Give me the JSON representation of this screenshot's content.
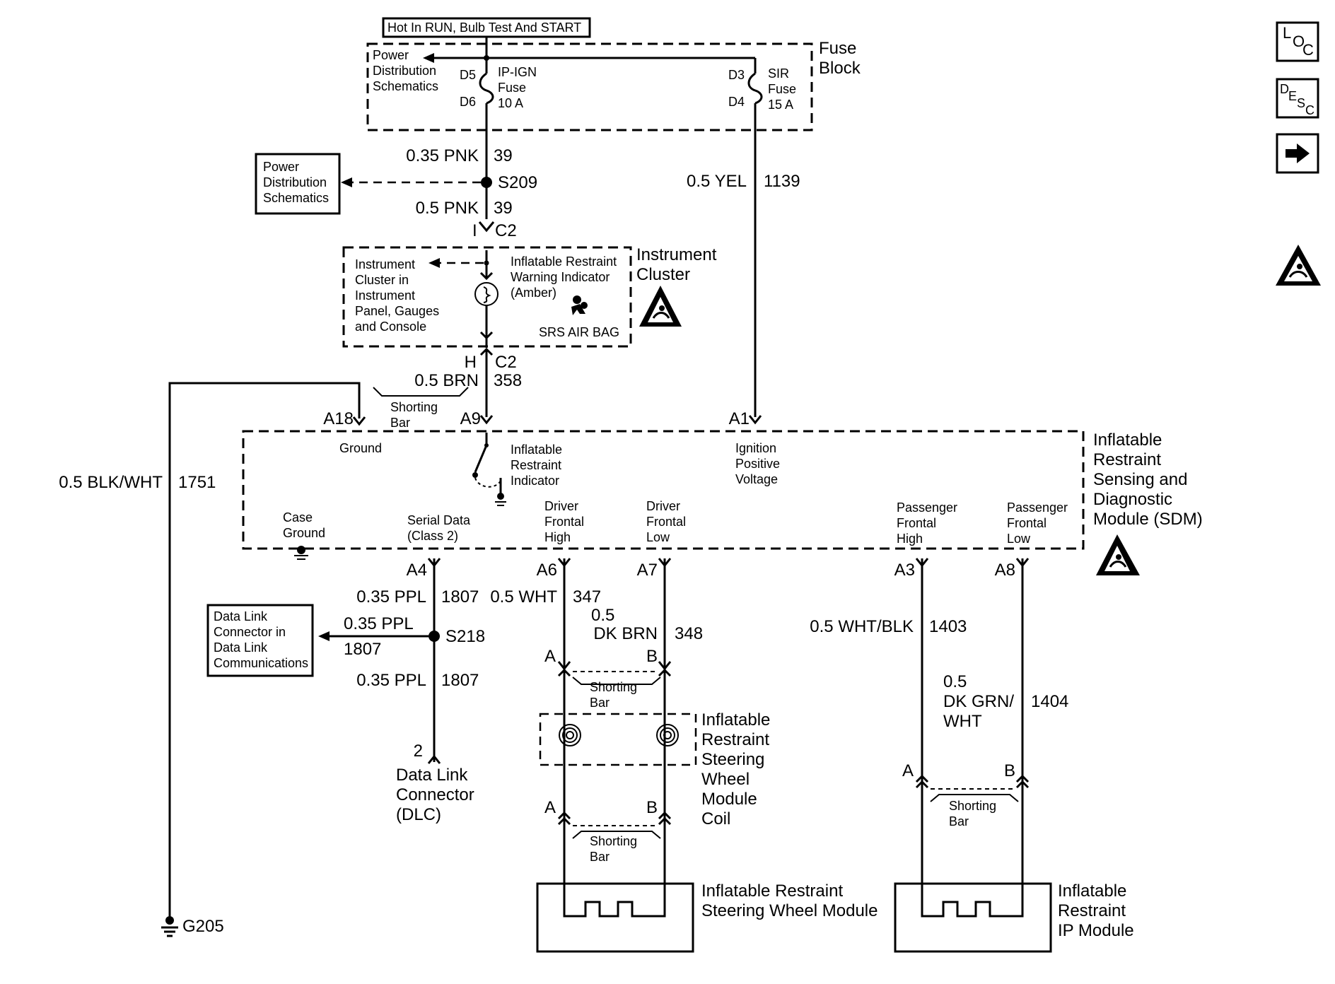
{
  "header": {
    "hot_in_run": "Hot In RUN, Bulb Test And START"
  },
  "fuse_block": {
    "title_line1": "Fuse",
    "title_line2": "Block",
    "power_dist_line1": "Power",
    "power_dist_line2": "Distribution",
    "power_dist_line3": "Schematics",
    "ipign": {
      "top_pin": "D5",
      "bottom_pin": "D6",
      "name": "IP-IGN",
      "type": "Fuse",
      "rating": "10 A"
    },
    "sir": {
      "top_pin": "D3",
      "bottom_pin": "D4",
      "name": "SIR",
      "type": "Fuse",
      "rating": "15 A"
    }
  },
  "wires": {
    "pnk_upper": {
      "gauge_color": "0.35 PNK",
      "circuit": "39"
    },
    "pnk_lower": {
      "gauge_color": "0.5 PNK",
      "circuit": "39"
    },
    "yel": {
      "gauge_color": "0.5 YEL",
      "circuit": "1139"
    },
    "brn": {
      "gauge_color": "0.5 BRN",
      "circuit": "358"
    },
    "blkwht": {
      "gauge_color": "0.5 BLK/WHT",
      "circuit": "1751"
    },
    "ppl_upper": {
      "gauge_color": "0.35 PPL",
      "circuit": "1807"
    },
    "ppl_branch_gauge": "0.35 PPL",
    "ppl_branch_circuit": "1807",
    "ppl_lower": {
      "gauge_color": "0.35 PPL",
      "circuit": "1807"
    },
    "wht": {
      "gauge_color": "0.5 WHT",
      "circuit": "347"
    },
    "dkbrn_line1": "0.5",
    "dkbrn_line2": "DK BRN",
    "dkbrn_circuit": "348",
    "whtblk": {
      "gauge_color": "0.5 WHT/BLK",
      "circuit": "1403"
    },
    "dkgrn_line1": "0.5",
    "dkgrn_line2": "DK GRN/",
    "dkgrn_line3": "WHT",
    "dkgrn_circuit": "1404"
  },
  "splices": {
    "s209": "S209",
    "s218": "S218"
  },
  "power_dist_box": {
    "line1": "Power",
    "line2": "Distribution",
    "line3": "Schematics"
  },
  "instrument_cluster": {
    "connector_top_pin": "I",
    "connector_top": "C2",
    "connector_bottom_pin": "H",
    "connector_bottom": "C2",
    "left_line1": "Instrument",
    "left_line2": "Cluster in",
    "left_line3": "Instrument",
    "left_line4": "Panel, Gauges",
    "left_line5": "and Console",
    "ind_line1": "Inflatable Restraint",
    "ind_line2": "Warning Indicator",
    "ind_line3": "(Amber)",
    "srs_label": "SRS AIR BAG",
    "title_line1": "Instrument",
    "title_line2": "Cluster"
  },
  "sdm": {
    "title_line1": "Inflatable",
    "title_line2": "Restraint",
    "title_line3": "Sensing and",
    "title_line4": "Diagnostic",
    "title_line5": "Module (SDM)",
    "pin_a18": "A18",
    "pin_a9": "A9",
    "pin_a1": "A1",
    "pin_a4": "A4",
    "pin_a6": "A6",
    "pin_a7": "A7",
    "pin_a3": "A3",
    "pin_a8": "A8",
    "shorting_bar_line1": "Shorting",
    "shorting_bar_line2": "Bar",
    "ground": "Ground",
    "ind_line1": "Inflatable",
    "ind_line2": "Restraint",
    "ind_line3": "Indicator",
    "ign_line1": "Ignition",
    "ign_line2": "Positive",
    "ign_line3": "Voltage",
    "case_line1": "Case",
    "case_line2": "Ground",
    "serial_line1": "Serial Data",
    "serial_line2": "(Class 2)",
    "dfh_line1": "Driver",
    "dfh_line2": "Frontal",
    "dfh_line3": "High",
    "dfl_line1": "Driver",
    "dfl_line2": "Frontal",
    "dfl_line3": "Low",
    "pfh_line1": "Passenger",
    "pfh_line2": "Frontal",
    "pfh_line3": "High",
    "pfl_line1": "Passenger",
    "pfl_line2": "Frontal",
    "pfl_line3": "Low"
  },
  "data_link_box": {
    "line1": "Data Link",
    "line2": "Connector in",
    "line3": "Data Link",
    "line4": "Communications"
  },
  "dlc": {
    "pin": "2",
    "line1": "Data Link",
    "line2": "Connector",
    "line3": "(DLC)"
  },
  "steering_coil": {
    "pin_a": "A",
    "pin_b": "B",
    "shorting_line1": "Shorting",
    "shorting_line2": "Bar",
    "title_line1": "Inflatable",
    "title_line2": "Restraint",
    "title_line3": "Steering",
    "title_line4": "Wheel",
    "title_line5": "Module",
    "title_line6": "Coil"
  },
  "steering_module": {
    "pin_a": "A",
    "pin_b": "B",
    "shorting_line1": "Shorting",
    "shorting_line2": "Bar",
    "title_line1": "Inflatable Restraint",
    "title_line2": "Steering Wheel Module"
  },
  "ip_module": {
    "pin_a": "A",
    "pin_b": "B",
    "shorting_line1": "Shorting",
    "shorting_line2": "Bar",
    "title_line1": "Inflatable",
    "title_line2": "Restraint",
    "title_line3": "IP Module"
  },
  "ground_g205": "G205",
  "nav": {
    "loc": {
      "l": "L",
      "o": "O",
      "c": "C"
    },
    "desc": {
      "d": "D",
      "e": "E",
      "s": "S",
      "c": "C"
    },
    "next_icon": "arrow-right-icon",
    "esd_icon": "esd-warning-icon"
  }
}
